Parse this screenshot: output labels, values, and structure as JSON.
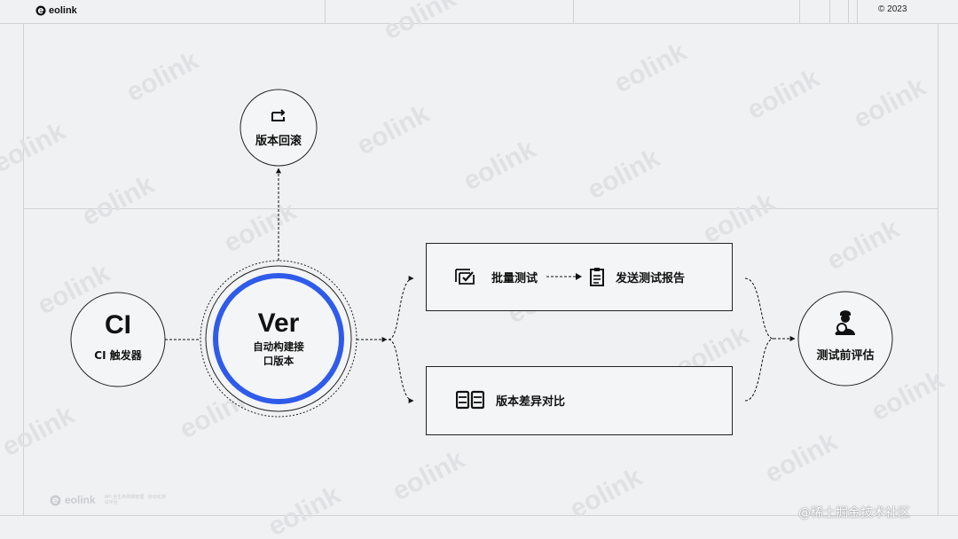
{
  "header": {
    "brand": "eolink",
    "copyright": "© 2023"
  },
  "watermark_text": "eolink",
  "nodes": {
    "ci": {
      "title": "CI",
      "subtitle": "CI 触发器"
    },
    "ver": {
      "title": "Ver",
      "subtitle_line1": "自动构建接",
      "subtitle_line2": "口版本"
    },
    "rollback": {
      "label": "版本回滚",
      "icon": "swap-arrow-icon"
    },
    "evaluate": {
      "label": "测试前评估",
      "icon": "user-search-icon"
    }
  },
  "boxes": {
    "batch": {
      "label": "批量测试",
      "icon": "checklist-icon",
      "report_label": "发送测试报告",
      "report_icon": "clipboard-icon"
    },
    "diff": {
      "label": "版本差异对比",
      "icon": "book-compare-icon"
    }
  },
  "footer": {
    "brand": "eolink",
    "tagline": "API 全生命周期管理 · 自动化测试平台"
  },
  "credit": "@稀土掘金技术社区",
  "colors": {
    "accent_ring": "#2f5bea",
    "line": "#111111",
    "background": "#f0f1f3"
  }
}
